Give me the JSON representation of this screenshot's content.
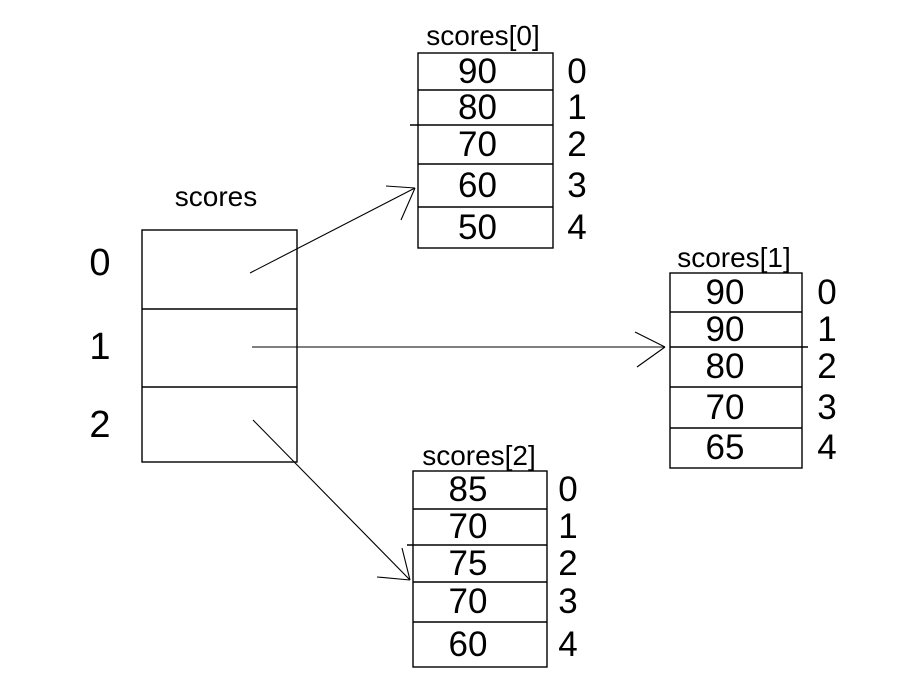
{
  "diagram": {
    "background_color": "#ffffff",
    "line_color": "#000000",
    "text_color": "#000000",
    "pointer_array": {
      "title": "scores",
      "indices": [
        "0",
        "1",
        "2"
      ]
    },
    "arrays": [
      {
        "title": "scores[0]",
        "values": [
          "90",
          "80",
          "70",
          "60",
          "50"
        ],
        "indices": [
          "0",
          "1",
          "2",
          "3",
          "4"
        ]
      },
      {
        "title": "scores[1]",
        "values": [
          "90",
          "90",
          "80",
          "70",
          "65"
        ],
        "indices": [
          "0",
          "1",
          "2",
          "3",
          "4"
        ]
      },
      {
        "title": "scores[2]",
        "values": [
          "85",
          "70",
          "75",
          "70",
          "60"
        ],
        "indices": [
          "0",
          "1",
          "2",
          "3",
          "4"
        ]
      }
    ],
    "arrows": [
      {
        "from": "scores cell 0",
        "to": "scores[0]"
      },
      {
        "from": "scores cell 1",
        "to": "scores[1]"
      },
      {
        "from": "scores cell 2",
        "to": "scores[2]"
      }
    ]
  }
}
